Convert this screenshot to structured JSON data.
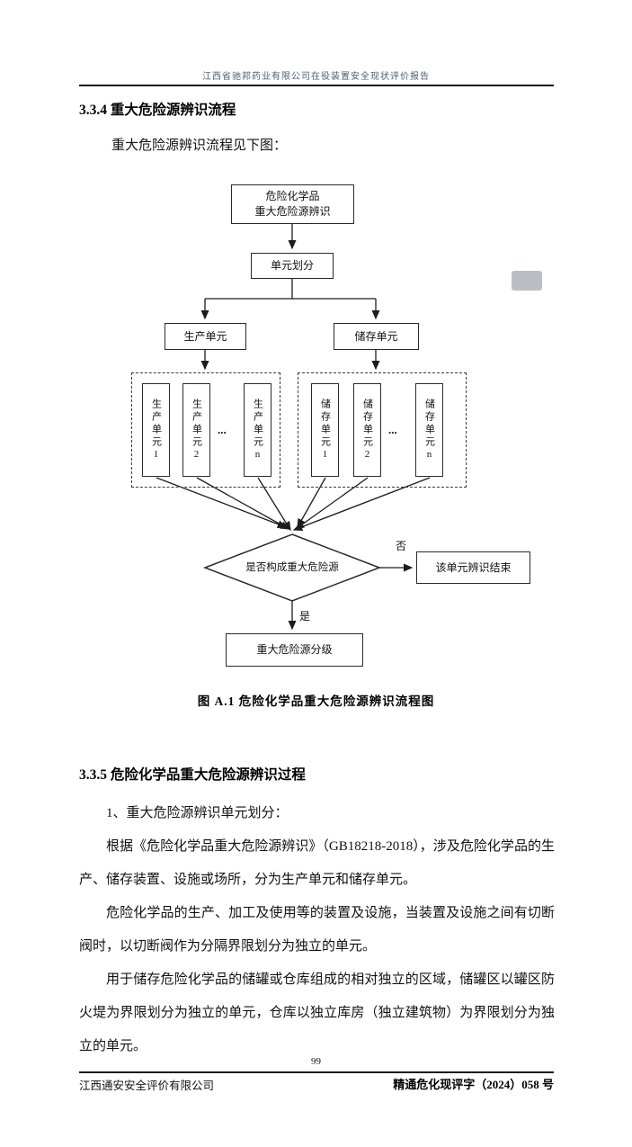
{
  "header": {
    "title": "江西省驰邦药业有限公司在役装置安全现状评价报告"
  },
  "section_334": {
    "heading": "3.3.4 重大危险源辨识流程",
    "intro": "重大危险源辨识流程见下图："
  },
  "flowchart": {
    "start_line1": "危险化学品",
    "start_line2": "重大危险源辨识",
    "unit_division": "单元划分",
    "production_unit": "生产单元",
    "storage_unit": "储存单元",
    "production_subunits": [
      "生产单元1",
      "生产单元2",
      "生产单元n"
    ],
    "storage_subunits": [
      "储存单元1",
      "储存单元2",
      "储存单元n"
    ],
    "ellipsis": "...",
    "decision": "是否构成重大危险源",
    "no_label": "否",
    "yes_label": "是",
    "end_box": "该单元辨识结束",
    "classify_box": "重大危险源分级",
    "caption": "图 A.1  危险化学品重大危险源辨识流程图"
  },
  "section_335": {
    "heading": "3.3.5 危险化学品重大危险源辨识过程",
    "paragraphs": [
      "1、重大危险源辨识单元划分：",
      "根据《危险化学品重大危险源辨识》（GB18218-2018），涉及危险化学品的生产、储存装置、设施或场所，分为生产单元和储存单元。",
      "危险化学品的生产、加工及使用等的装置及设施，当装置及设施之间有切断阀时，以切断阀作为分隔界限划分为独立的单元。",
      "用于储存危险化学品的储罐或仓库组成的相对独立的区域，储罐区以罐区防火堤为界限划分为独立的单元，仓库以独立库房（独立建筑物）为界限划分为独立的单元。"
    ]
  },
  "footer": {
    "company": "江西通安安全评价有限公司",
    "page": "99",
    "doc_no": "精通危化现评字（2024）058 号"
  }
}
